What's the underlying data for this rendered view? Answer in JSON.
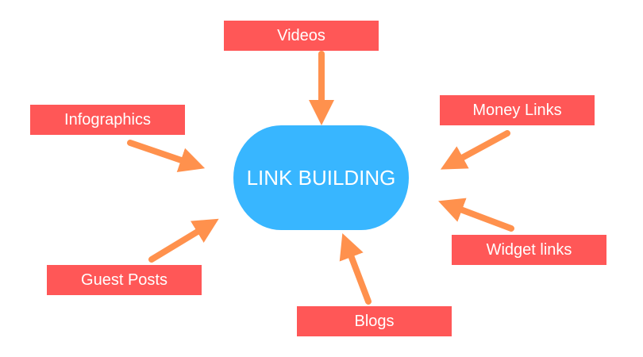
{
  "center": {
    "label": "LINK BUILDING"
  },
  "nodes": {
    "videos": "Videos",
    "infographics": "Infographics",
    "money_links": "Money Links",
    "widget_links": "Widget links",
    "guest_posts": "Guest Posts",
    "blogs": "Blogs"
  },
  "colors": {
    "node": "#ff5757",
    "center": "#38b6ff",
    "arrow": "#ff914d"
  }
}
